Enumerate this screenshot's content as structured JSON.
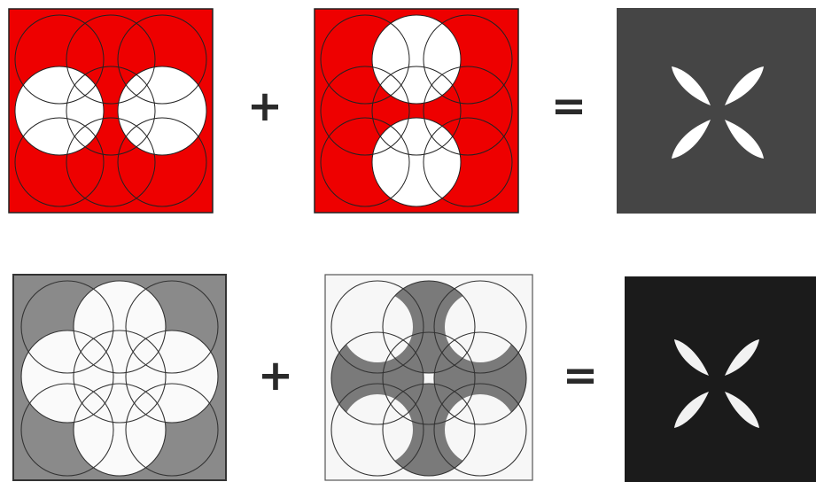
{
  "rows": [
    {
      "id": "digital",
      "panel_a": {
        "fill": "#ee0000",
        "white_circles": [
          "left",
          "right"
        ]
      },
      "panel_b": {
        "fill": "#ee0000",
        "white_circles": [
          "top",
          "bottom"
        ]
      },
      "operator_plus": "+",
      "operator_equals": "=",
      "result": {
        "background": "#454545",
        "petals": "#ffffff"
      }
    },
    {
      "id": "hand-drawn",
      "panel_a": {
        "fill": "#8a8a8a",
        "white_circles": [
          "top",
          "left",
          "right",
          "bottom",
          "center"
        ]
      },
      "panel_b": {
        "fill": "#7a7a7a",
        "white_circles": [
          "top-left",
          "top-right",
          "bottom-left",
          "bottom-right"
        ]
      },
      "operator_plus": "+",
      "operator_equals": "=",
      "result": {
        "background": "#1b1b1b",
        "petals": "#f2f2f2"
      }
    }
  ]
}
